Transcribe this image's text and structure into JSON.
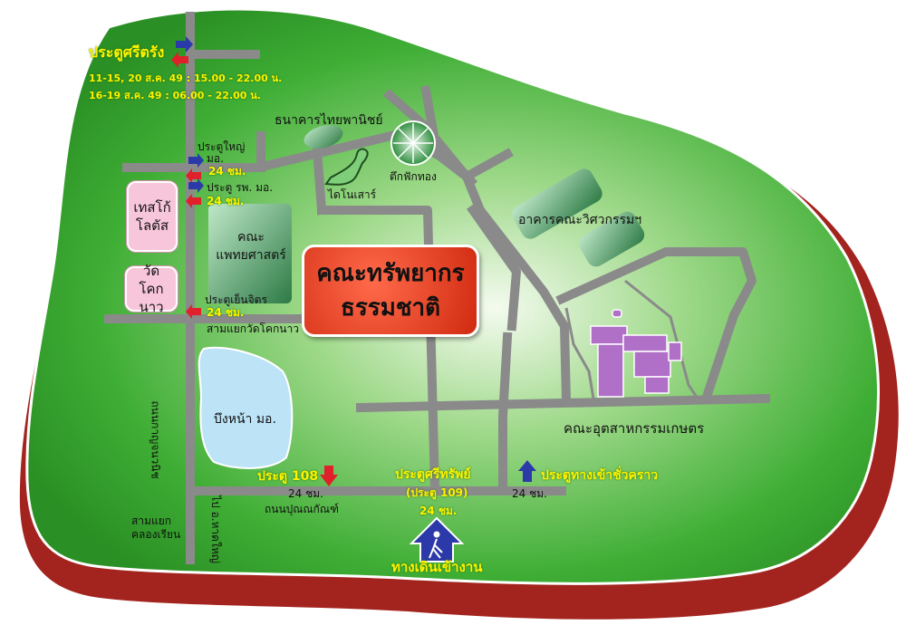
{
  "gates": {
    "sritrang": {
      "label": "ประตูศรีตรัง",
      "hours_1": "11-15, 20 ส.ค. 49  : 15.00 - 22.00 น.",
      "hours_2": "16-19 ส.ค. 49       : 06.00 - 22.00 น."
    },
    "main": {
      "label_1": "ประตูใหญ่",
      "label_2": "มอ.",
      "hours": "24 ชม."
    },
    "hospital": {
      "label": "ประตู รพ. มอ.",
      "hours": "24 ชม."
    },
    "yenjit": {
      "label": "ประตูเย็นจิตร",
      "hours": "24 ชม."
    },
    "gate108": {
      "label": "ประตู 108",
      "hours": "24 ชม."
    },
    "srisap": {
      "label_1": "ประตูศรีทรัพย์",
      "label_2": "(ประตู 109)",
      "hours": "24 ชม."
    },
    "chuakhrao": {
      "label": "ประตูทางเข้าชั่วคราว",
      "hours": "24 ชม."
    }
  },
  "places": {
    "bank": "ธนาคารไทยพานิชย์",
    "dinosaur": "ไดโนเสาร์",
    "building_phakthong": "ตึกฟักทอง",
    "engineering": "อาคารคณะวิศวกรรมฯ",
    "medicine_1": "คณะ",
    "medicine_2": "แพทยศาสตร์",
    "tesco_1": "เทสโก้",
    "tesco_2": "โลตัส",
    "wat_1": "วัด",
    "wat_2": "โคกนาว",
    "junction_kokenao": "สามแยกวัดโคกนาว",
    "lake": "บึงหน้า มอ.",
    "agro_industry": "คณะอุตสาหกรรมเกษตร",
    "junction_khlongrian_1": "สามแยก",
    "junction_khlongrian_2": "คลองเรียน",
    "road_punnakan": "ถนนปุณณกัณฑ์",
    "road_karnjanawanit": "ถนนกาญจนวนิช",
    "road_to_hatyai": "ไป อ.หาดใหญ่",
    "walkway": "ทางเดินเข้างาน"
  },
  "title": {
    "line_1": "คณะทรัพยากร",
    "line_2": "ธรรมชาติ"
  },
  "colors": {
    "land": "#2e9a2a",
    "land_center": "#f4fbef",
    "base_shadow": "#a3241e",
    "road": "#8a8a8a",
    "label_yellow": "#fff200",
    "arrow_in": "#2b3aa8",
    "arrow_out": "#e0202a",
    "building": "#b070c8",
    "title_bg": "#e8452a",
    "box_pink": "#f7c6da",
    "lake": "#bde3f7"
  },
  "icons": [
    "arrow-in-icon",
    "arrow-out-icon",
    "walker-icon",
    "dinosaur-icon",
    "tree-icon"
  ]
}
